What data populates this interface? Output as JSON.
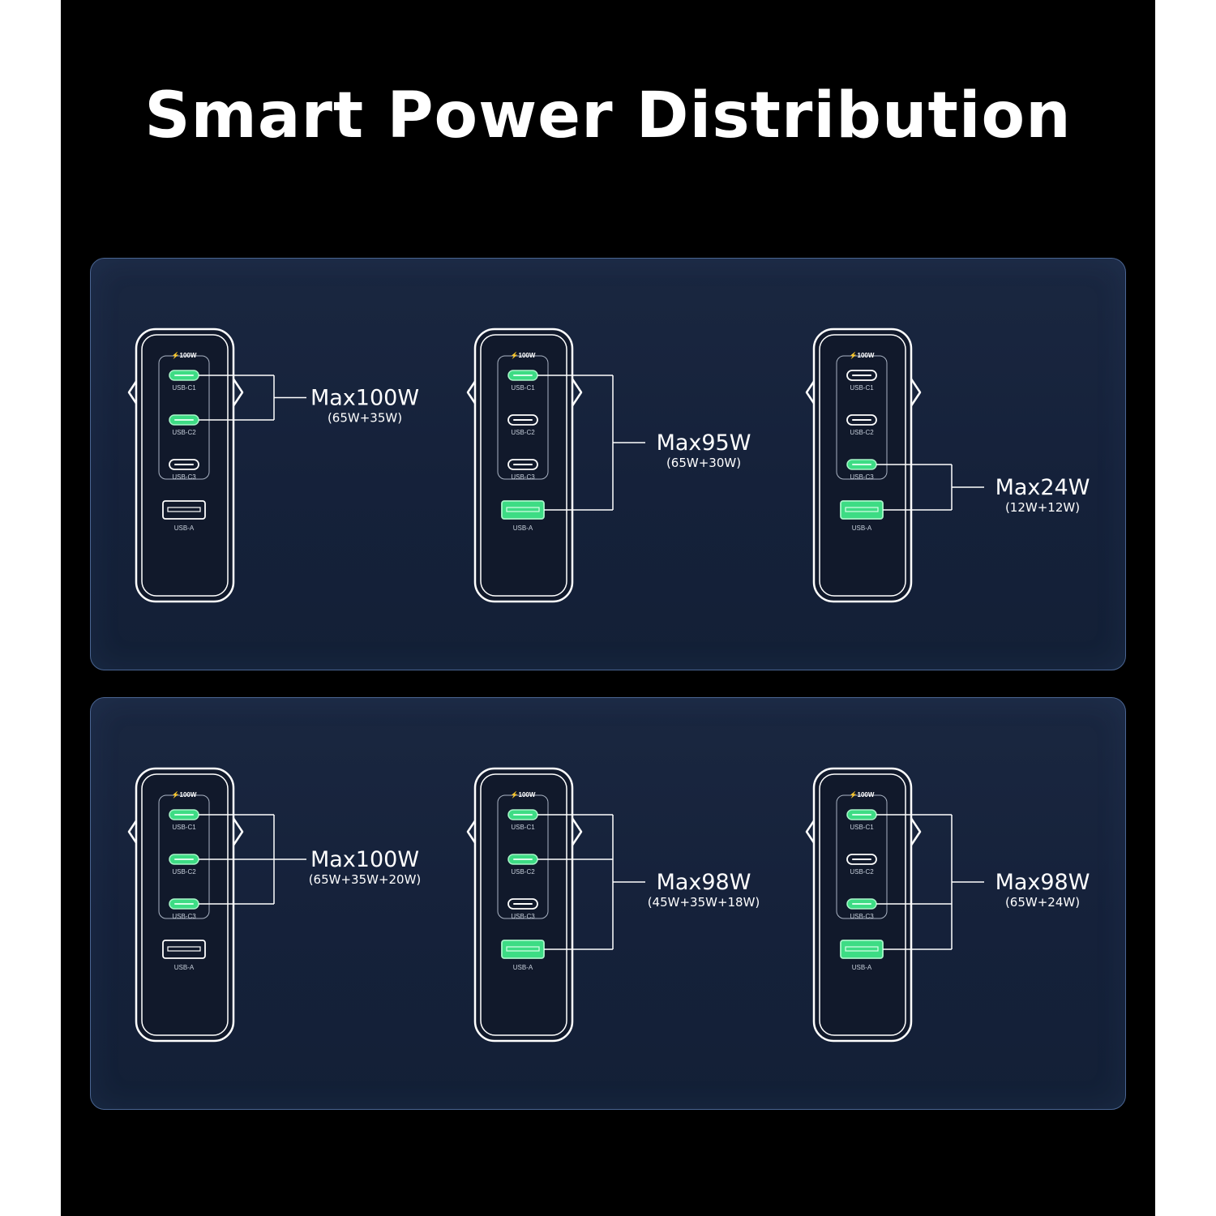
{
  "title": "Smart Power Distribution",
  "colors": {
    "background": "#000000",
    "panel": "#17233b",
    "panel_border": "#4a6592",
    "active_port": "#3ddc84",
    "outline": "#ffffff"
  },
  "device": {
    "badge": "⚡100W",
    "ports": [
      "USB-C1",
      "USB-C2",
      "USB-C3",
      "USB-A"
    ]
  },
  "panels": [
    {
      "name": "top",
      "configs": [
        {
          "active": [
            true,
            true,
            false,
            false
          ],
          "label": "Max100W",
          "sub": "(65W+35W)"
        },
        {
          "active": [
            true,
            false,
            false,
            true
          ],
          "label": "Max95W",
          "sub": "(65W+30W)"
        },
        {
          "active": [
            false,
            false,
            true,
            true
          ],
          "label": "Max24W",
          "sub": "(12W+12W)"
        }
      ]
    },
    {
      "name": "bottom",
      "configs": [
        {
          "active": [
            true,
            true,
            true,
            false
          ],
          "label": "Max100W",
          "sub": "(65W+35W+20W)"
        },
        {
          "active": [
            true,
            true,
            false,
            true
          ],
          "label": "Max98W",
          "sub": "(45W+35W+18W)"
        },
        {
          "active": [
            true,
            false,
            true,
            true
          ],
          "label": "Max98W",
          "sub": "(65W+24W)"
        }
      ]
    }
  ]
}
